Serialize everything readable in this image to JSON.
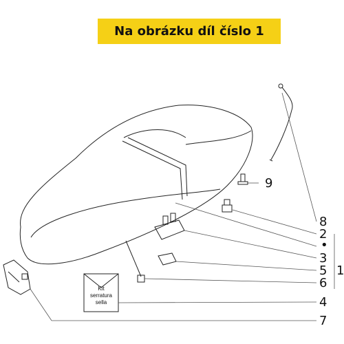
{
  "header": {
    "title": "Na obrázku díl číslo 1"
  },
  "callouts": [
    {
      "id": "9",
      "label": "9"
    },
    {
      "id": "8",
      "label": "8"
    },
    {
      "id": "2",
      "label": "2"
    },
    {
      "id": "bullet",
      "label": "•"
    },
    {
      "id": "3",
      "label": "3"
    },
    {
      "id": "5",
      "label": "5"
    },
    {
      "id": "6",
      "label": "6"
    },
    {
      "id": "4",
      "label": "4"
    },
    {
      "id": "7",
      "label": "7"
    },
    {
      "id": "1",
      "label": "1"
    }
  ],
  "kit_box": {
    "line1": "Kit",
    "line2": "serratura",
    "line3": "sella"
  },
  "colors": {
    "banner": "#f5d016",
    "text": "#111111",
    "line": "#222222"
  }
}
